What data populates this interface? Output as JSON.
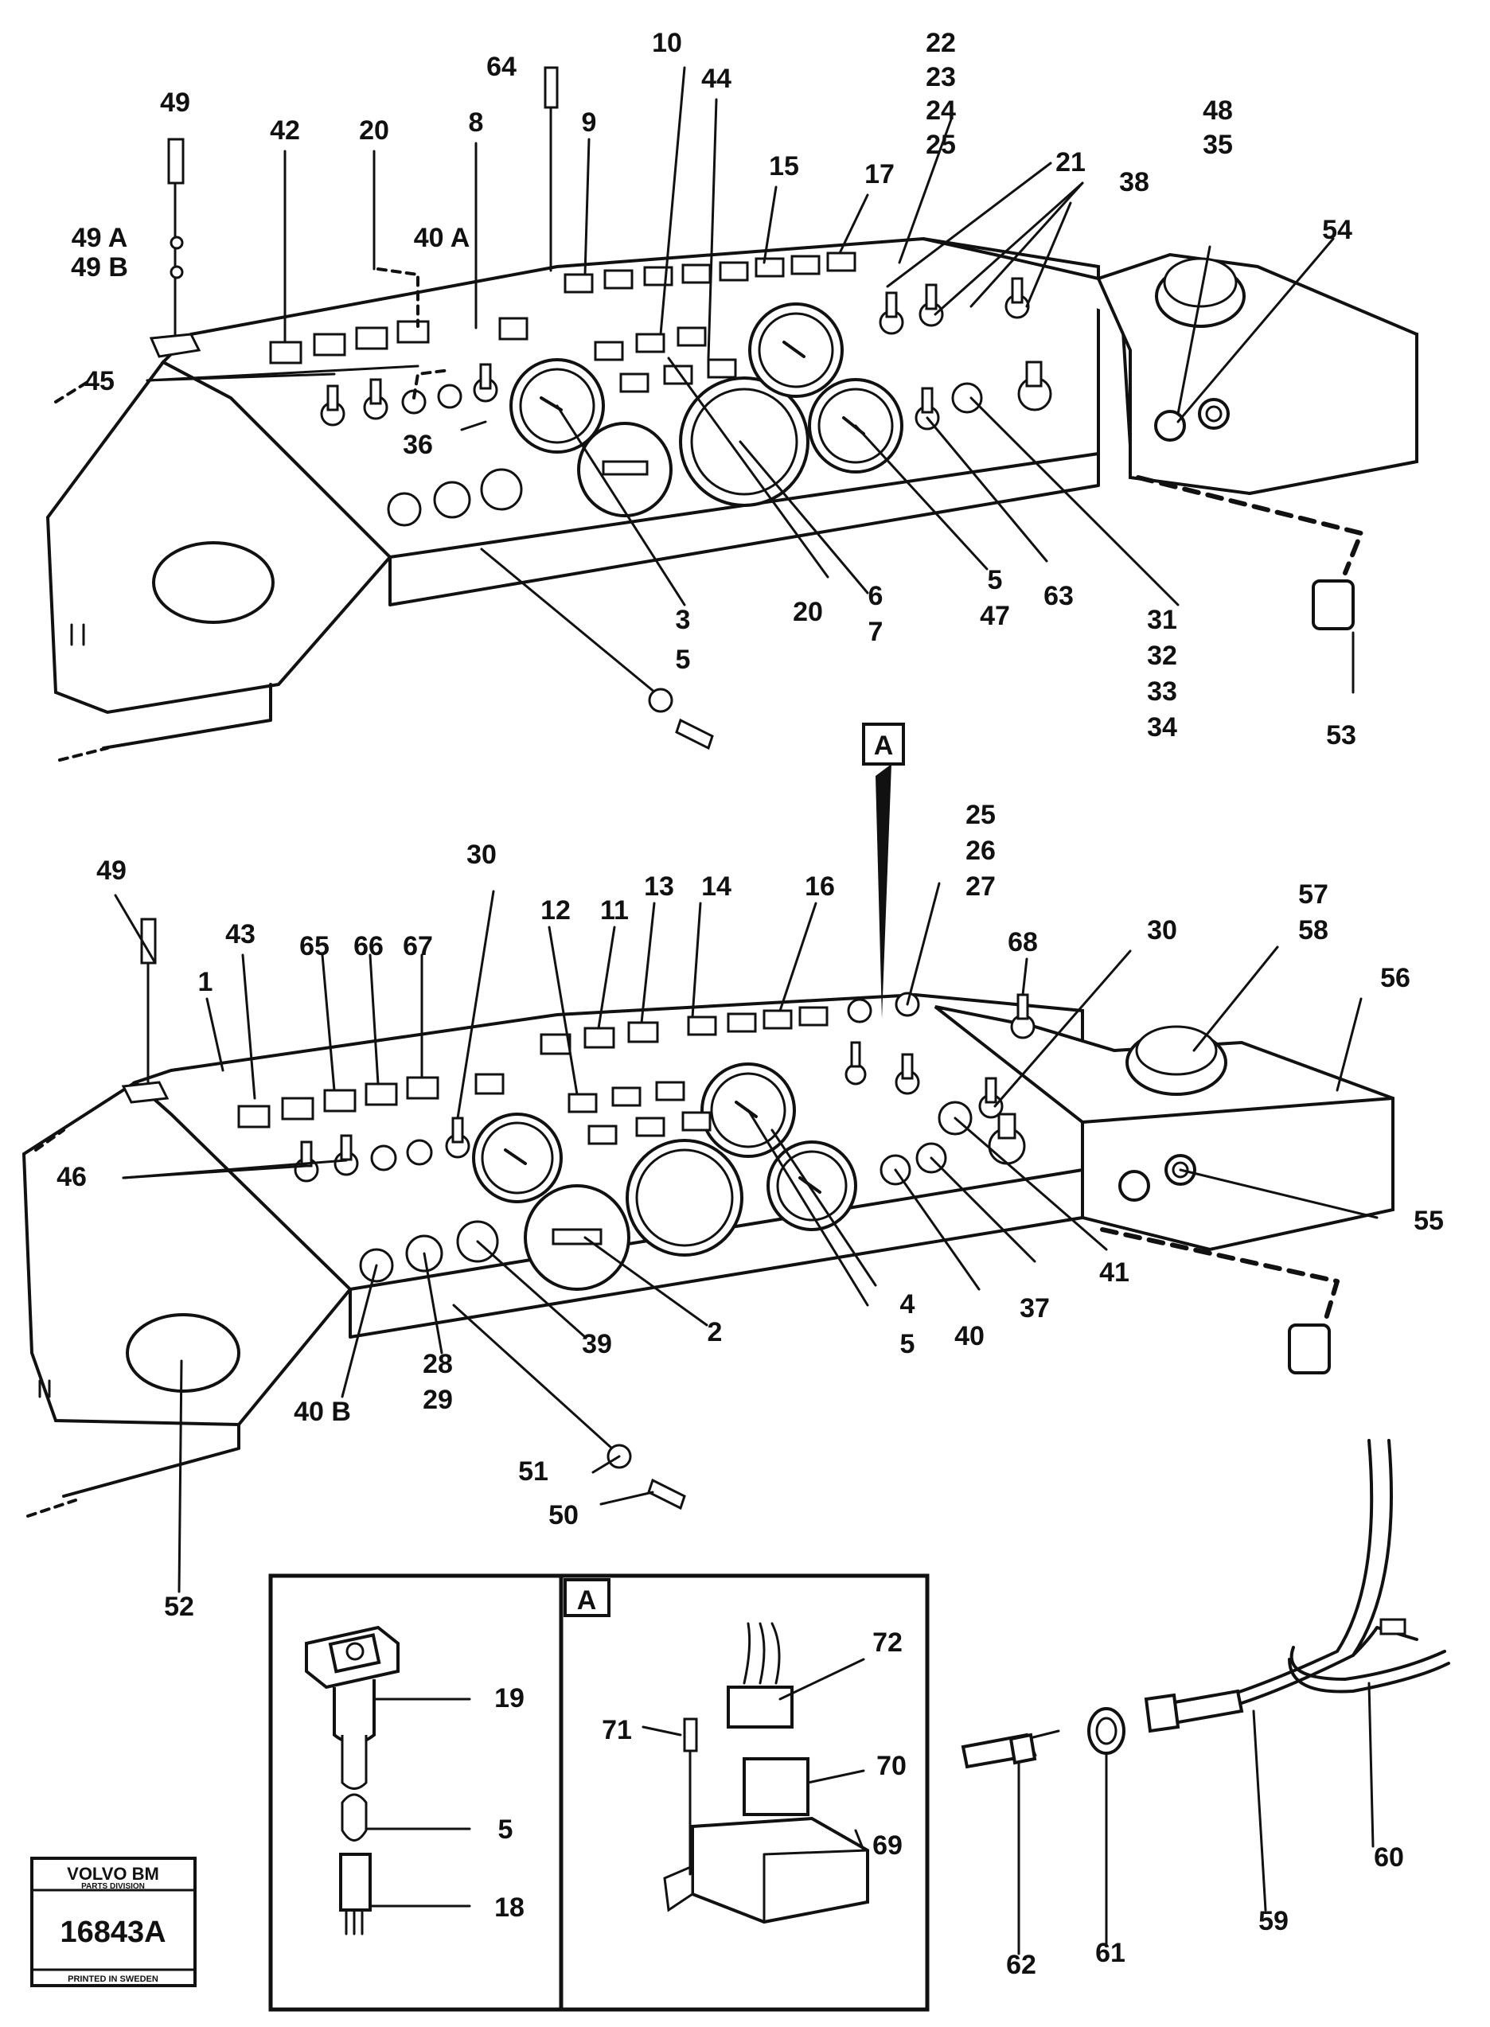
{
  "callouts_top": [
    {
      "id": "c49",
      "text": "49"
    },
    {
      "id": "c49a",
      "text": "49 A"
    },
    {
      "id": "c49b",
      "text": "49 B"
    },
    {
      "id": "c42",
      "text": "42"
    },
    {
      "id": "c20a",
      "text": "20"
    },
    {
      "id": "c40a",
      "text": "40 A"
    },
    {
      "id": "c8",
      "text": "8"
    },
    {
      "id": "c64",
      "text": "64"
    },
    {
      "id": "c9",
      "text": "9"
    },
    {
      "id": "c10",
      "text": "10"
    },
    {
      "id": "c44",
      "text": "44"
    },
    {
      "id": "c15",
      "text": "15"
    },
    {
      "id": "c17",
      "text": "17"
    },
    {
      "id": "c22",
      "text": "22"
    },
    {
      "id": "c23",
      "text": "23"
    },
    {
      "id": "c24",
      "text": "24"
    },
    {
      "id": "c25a",
      "text": "25"
    },
    {
      "id": "c21",
      "text": "21"
    },
    {
      "id": "c38",
      "text": "38"
    },
    {
      "id": "c48",
      "text": "48"
    },
    {
      "id": "c35",
      "text": "35"
    },
    {
      "id": "c54",
      "text": "54"
    },
    {
      "id": "c45",
      "text": "45"
    },
    {
      "id": "c36",
      "text": "36"
    },
    {
      "id": "c3",
      "text": "3"
    },
    {
      "id": "c5a",
      "text": "5"
    },
    {
      "id": "c20b",
      "text": "20"
    },
    {
      "id": "c6",
      "text": "6"
    },
    {
      "id": "c7",
      "text": "7"
    },
    {
      "id": "c5b",
      "text": "5"
    },
    {
      "id": "c47",
      "text": "47"
    },
    {
      "id": "c63",
      "text": "63"
    },
    {
      "id": "c31",
      "text": "31"
    },
    {
      "id": "c32",
      "text": "32"
    },
    {
      "id": "c33",
      "text": "33"
    },
    {
      "id": "c34",
      "text": "34"
    },
    {
      "id": "c53",
      "text": "53"
    }
  ],
  "callouts_bottom": [
    {
      "id": "d49",
      "text": "49"
    },
    {
      "id": "d1",
      "text": "1"
    },
    {
      "id": "d43",
      "text": "43"
    },
    {
      "id": "d65",
      "text": "65"
    },
    {
      "id": "d66",
      "text": "66"
    },
    {
      "id": "d67",
      "text": "67"
    },
    {
      "id": "d30a",
      "text": "30"
    },
    {
      "id": "d12",
      "text": "12"
    },
    {
      "id": "d11",
      "text": "11"
    },
    {
      "id": "d13",
      "text": "13"
    },
    {
      "id": "d14",
      "text": "14"
    },
    {
      "id": "d16",
      "text": "16"
    },
    {
      "id": "d25",
      "text": "25"
    },
    {
      "id": "d26",
      "text": "26"
    },
    {
      "id": "d27",
      "text": "27"
    },
    {
      "id": "d68",
      "text": "68"
    },
    {
      "id": "d30b",
      "text": "30"
    },
    {
      "id": "d57",
      "text": "57"
    },
    {
      "id": "d58",
      "text": "58"
    },
    {
      "id": "d56",
      "text": "56"
    },
    {
      "id": "d46",
      "text": "46"
    },
    {
      "id": "d55",
      "text": "55"
    },
    {
      "id": "d41",
      "text": "41"
    },
    {
      "id": "d37",
      "text": "37"
    },
    {
      "id": "d40",
      "text": "40"
    },
    {
      "id": "d4",
      "text": "4"
    },
    {
      "id": "d5",
      "text": "5"
    },
    {
      "id": "d2",
      "text": "2"
    },
    {
      "id": "d39",
      "text": "39"
    },
    {
      "id": "d28",
      "text": "28"
    },
    {
      "id": "d29",
      "text": "29"
    },
    {
      "id": "d40b",
      "text": "40 B"
    },
    {
      "id": "d51",
      "text": "51"
    },
    {
      "id": "d50",
      "text": "50"
    },
    {
      "id": "d52",
      "text": "52"
    }
  ],
  "callouts_details": [
    {
      "id": "e19",
      "text": "19"
    },
    {
      "id": "e5",
      "text": "5"
    },
    {
      "id": "e18",
      "text": "18"
    },
    {
      "id": "e72",
      "text": "72"
    },
    {
      "id": "e71",
      "text": "71"
    },
    {
      "id": "e70",
      "text": "70"
    },
    {
      "id": "e69",
      "text": "69"
    },
    {
      "id": "e60",
      "text": "60"
    },
    {
      "id": "e59",
      "text": "59"
    },
    {
      "id": "e62",
      "text": "62"
    },
    {
      "id": "e61",
      "text": "61"
    }
  ],
  "view_marker": "A",
  "detail_box_label": "A",
  "stamp": {
    "brand": "VOLVO BM",
    "division": "PARTS DIVISION",
    "number": "16843A",
    "printed": "PRINTED IN SWEDEN"
  }
}
